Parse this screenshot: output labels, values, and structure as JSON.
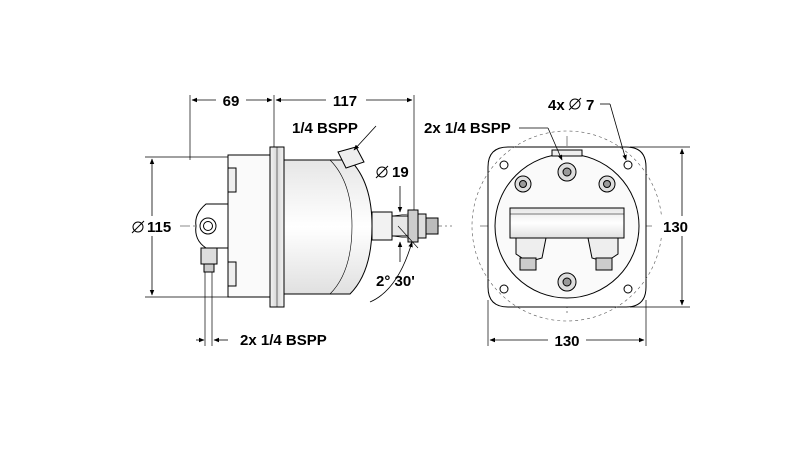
{
  "labels": {
    "dim_69": "69",
    "dim_117": "117",
    "port_top": "1/4 BSPP",
    "port_bottom": "2x 1/4 BSPP",
    "diam_19": "19",
    "diam_115": "115",
    "angle": "2° 30'",
    "port_front": "2x 1/4 BSPP",
    "holes": "7",
    "holes_prefix": "4x",
    "dim_130_horizontal": "130",
    "dim_130_vertical": "130"
  }
}
